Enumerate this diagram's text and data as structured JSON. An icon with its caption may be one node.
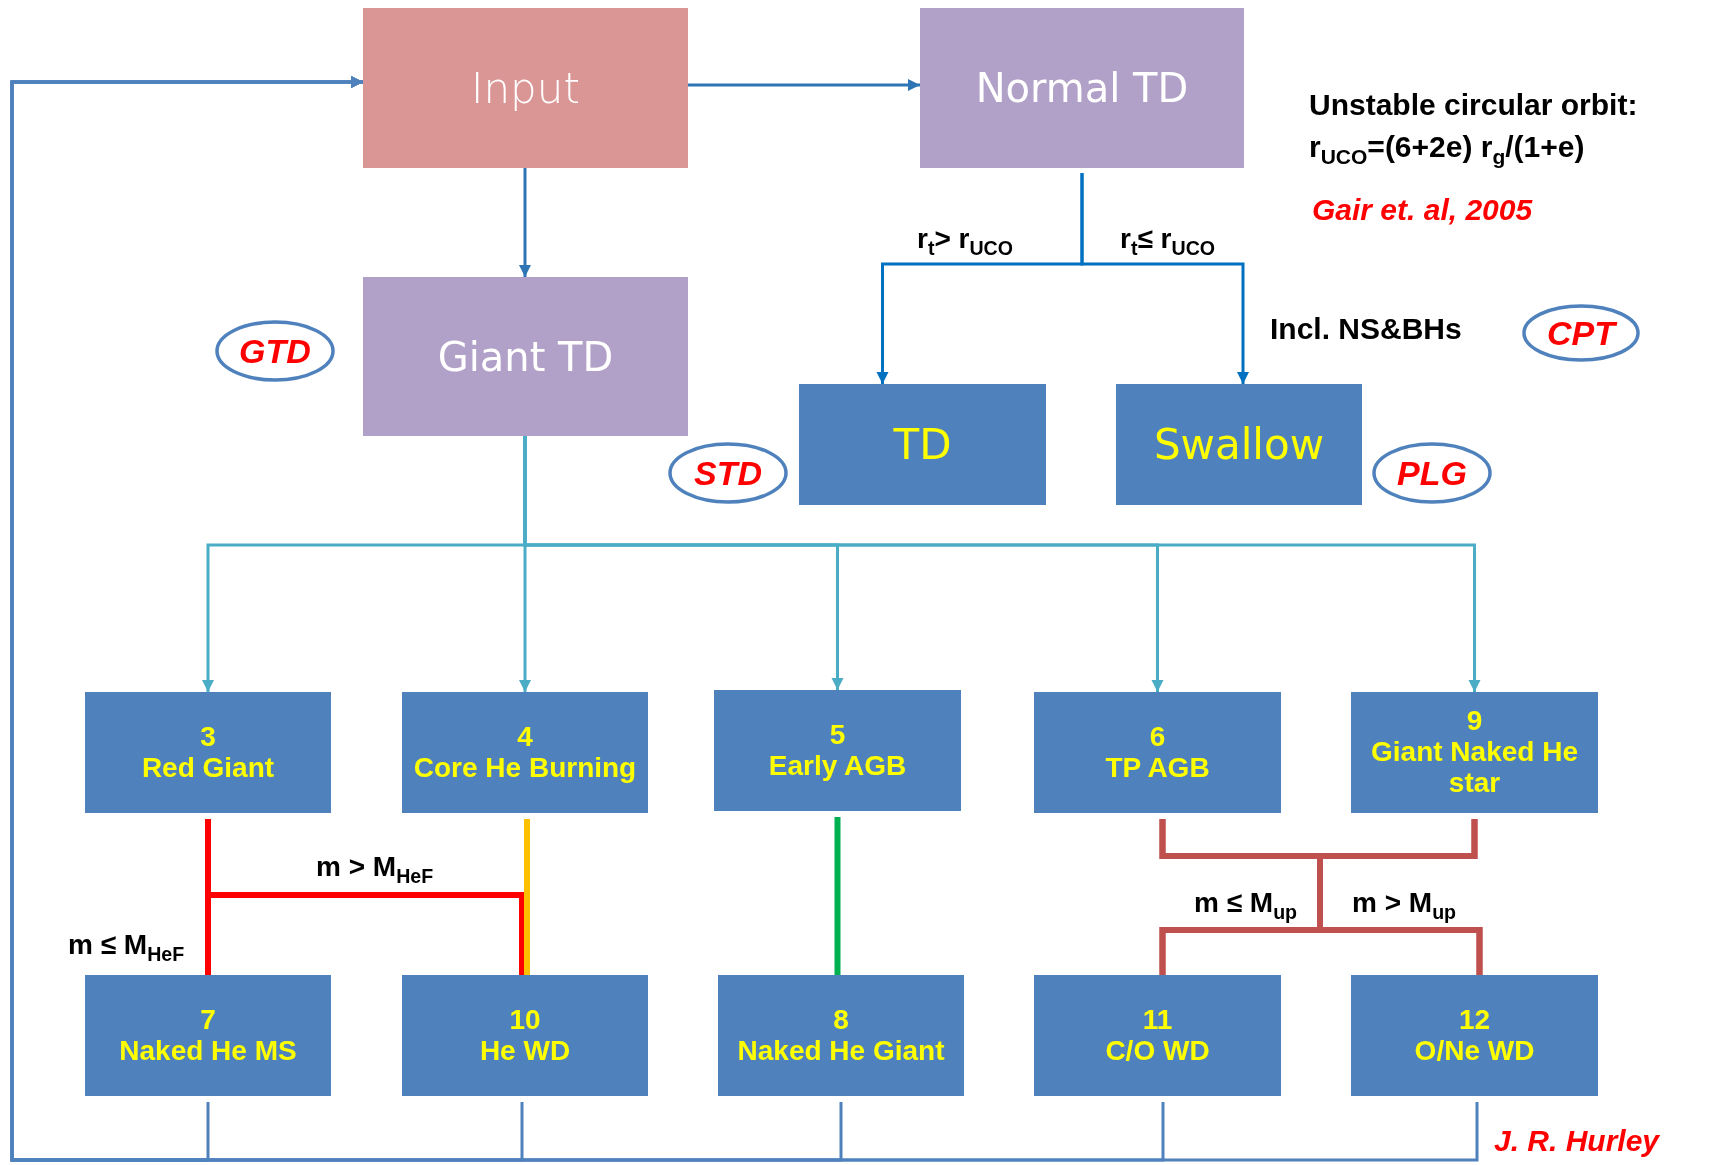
{
  "diagram": {
    "nodes": [
      {
        "text": [
          "Input"
        ]
      },
      {
        "text": [
          "Normal TD"
        ]
      },
      {
        "text": [
          "CPT"
        ],
        "beside": [
          "Incl. NS&BHs"
        ]
      },
      {
        "text": [
          "GTD"
        ]
      },
      {
        "text": [
          "Giant TD"
        ]
      },
      {
        "text": [
          "STD"
        ]
      },
      {
        "text": [
          "TD"
        ]
      },
      {
        "text": [
          "Swallow"
        ]
      },
      {
        "text": [
          "PLG"
        ]
      },
      {
        "text": [
          "3",
          "Red Giant"
        ]
      },
      {
        "text": [
          "4",
          "Core He Burning"
        ]
      },
      {
        "text": [
          "5",
          "Early AGB"
        ]
      },
      {
        "text": [
          "6",
          "TP AGB"
        ]
      },
      {
        "text": [
          "9",
          "Giant Naked He star"
        ]
      },
      {
        "text": [
          "7",
          "Naked He MS"
        ]
      },
      {
        "text": [
          "10",
          "He WD"
        ]
      },
      {
        "text": [
          "8",
          "Naked He Giant"
        ]
      },
      {
        "text": [
          "11",
          "C/O WD"
        ]
      },
      {
        "text": [
          "12",
          "O/Ne WD"
        ]
      }
    ],
    "edges": [
      {
        "from": 0,
        "to": 1,
        "arrow": "to",
        "color": "#2e75b6"
      },
      {
        "from": 0,
        "to": 4,
        "arrow": "to",
        "color": "#2e75b6"
      },
      {
        "from": 1,
        "to": 6,
        "arrow": "to",
        "label": "r$_{t}$> r$_{UCO}$",
        "color": "#0070c0"
      },
      {
        "from": 1,
        "to": 7,
        "arrow": "to",
        "label": "r$_{t}$≤ r$_{UCO}$",
        "color": "#0070c0"
      },
      {
        "from": 4,
        "to": 9,
        "arrow": "to",
        "color": "#4bacc6"
      },
      {
        "from": 4,
        "to": 10,
        "arrow": "to",
        "color": "#4bacc6"
      },
      {
        "from": 4,
        "to": 11,
        "arrow": "to",
        "color": "#4bacc6"
      },
      {
        "from": 4,
        "to": 12,
        "arrow": "to",
        "color": "#4bacc6"
      },
      {
        "from": 4,
        "to": 13,
        "arrow": "to",
        "color": "#4bacc6"
      },
      {
        "from": 9,
        "to": 14,
        "arrow": "none",
        "label": "m ≤ M$_{HeF}$",
        "style": "thick",
        "color": "#ff0000"
      },
      {
        "from": 9,
        "to": 15,
        "arrow": "none",
        "label": "m > M$_{HeF}$",
        "style": "thick",
        "color": "#ff0000"
      },
      {
        "from": 10,
        "to": 15,
        "arrow": "none",
        "style": "thick",
        "color": "#ffc000"
      },
      {
        "from": 11,
        "to": 16,
        "arrow": "none",
        "style": "thick",
        "color": "#00b050"
      },
      {
        "from": 12,
        "to": 17,
        "arrow": "none",
        "label": "m ≤ M$_{up}$",
        "style": "thick",
        "color": "#c0504d"
      },
      {
        "from": 12,
        "to": 18,
        "arrow": "none",
        "label": "m > M$_{up}$",
        "style": "thick",
        "color": "#c0504d"
      },
      {
        "from": 13,
        "to": 17,
        "arrow": "none",
        "style": "thick",
        "color": "#c0504d"
      },
      {
        "from": 13,
        "to": 18,
        "arrow": "none",
        "style": "thick",
        "color": "#c0504d"
      },
      {
        "from": 14,
        "to": 0,
        "arrow": "to",
        "color": "#4f81bd"
      },
      {
        "from": 15,
        "to": 0,
        "arrow": "to",
        "color": "#4f81bd"
      },
      {
        "from": 16,
        "to": 0,
        "arrow": "to",
        "color": "#4f81bd"
      },
      {
        "from": 17,
        "to": 0,
        "arrow": "to",
        "color": "#4f81bd"
      },
      {
        "from": 18,
        "to": 0,
        "arrow": "to",
        "color": "#4f81bd"
      }
    ],
    "labels": [
      "Unstable circular orbit:",
      "r$_{UCO}$=(6+2e) r$_{g}$/(1+e)",
      "Gair et. al, 2005",
      "J. R. Hurley"
    ]
  }
}
